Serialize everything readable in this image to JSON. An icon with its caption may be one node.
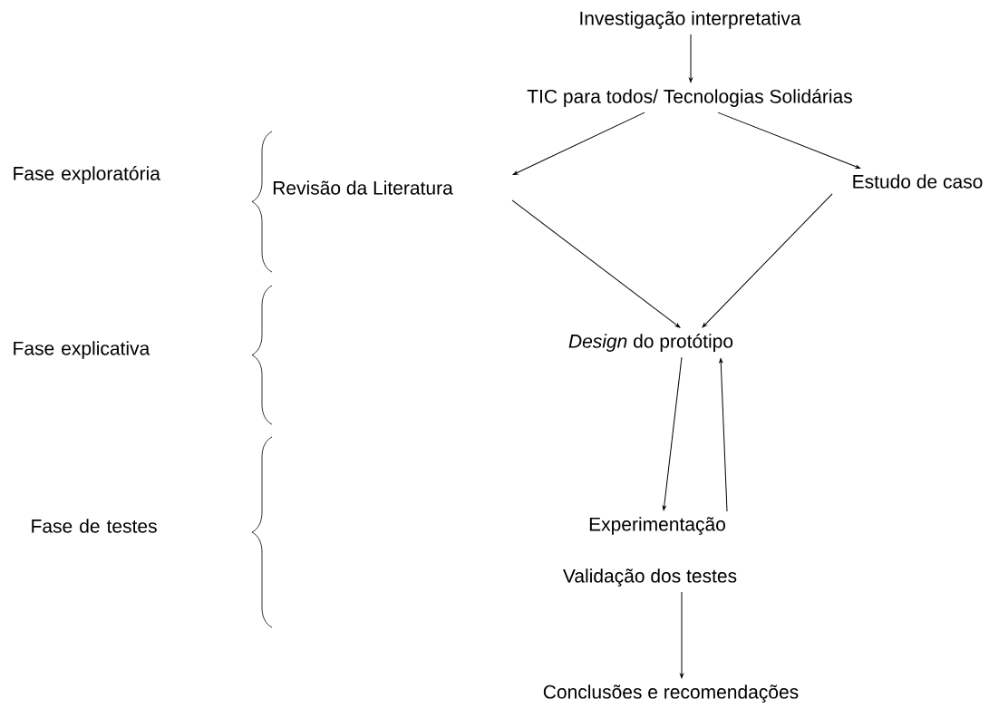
{
  "diagram": {
    "nodes": [
      {
        "text": [
          "Investigação interpretativa"
        ]
      },
      {
        "text": [
          "TIC para todos/ Tecnologias Solidárias"
        ]
      },
      {
        "text": [
          "Revisão da Literatura"
        ]
      },
      {
        "text": [
          "Estudo de caso"
        ]
      },
      {
        "text": [
          "*Design* do protótipo"
        ]
      },
      {
        "text": [
          "Experimentação"
        ]
      },
      {
        "text": [
          "Validação dos testes"
        ]
      },
      {
        "text": [
          "Conclusões e recomendações"
        ]
      }
    ],
    "edges": [
      {
        "from": 0,
        "to": 1,
        "arrow": "to"
      },
      {
        "from": 1,
        "to": 2,
        "arrow": "to"
      },
      {
        "from": 1,
        "to": 3,
        "arrow": "to"
      },
      {
        "from": 2,
        "to": 4,
        "arrow": "to"
      },
      {
        "from": 3,
        "to": 4,
        "arrow": "to"
      },
      {
        "from": 4,
        "to": 5,
        "arrow": "to"
      },
      {
        "from": 5,
        "to": 4,
        "arrow": "to"
      },
      {
        "from": 6,
        "to": 7,
        "arrow": "to"
      }
    ],
    "labels": [
      "Fase exploratória",
      "Fase explicativa",
      "Fase de testes"
    ]
  }
}
